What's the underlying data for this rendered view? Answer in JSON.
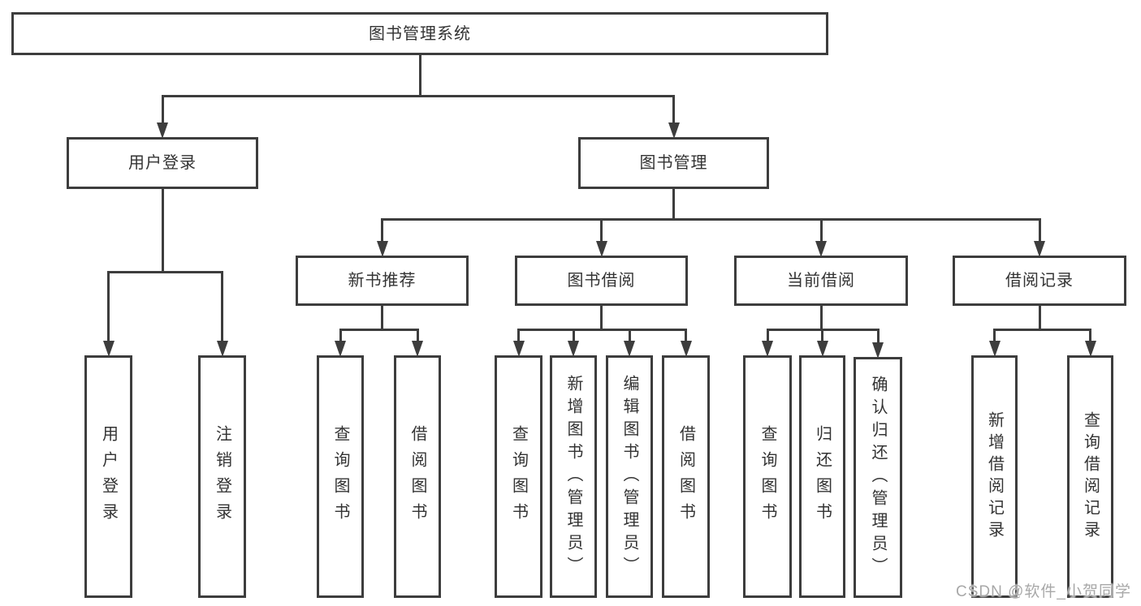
{
  "diagram": {
    "root": {
      "id": "system",
      "label": "图书管理系统",
      "children": [
        {
          "id": "user-login",
          "label": "用户登录",
          "children": [
            {
              "id": "leaf-user-login",
              "label": "用户登录"
            },
            {
              "id": "leaf-logout",
              "label": "注销登录"
            }
          ]
        },
        {
          "id": "book-mgmt",
          "label": "图书管理",
          "children": [
            {
              "id": "new-book-rec",
              "label": "新书推荐",
              "children": [
                {
                  "id": "nbr-query-books",
                  "label": "查询图书"
                },
                {
                  "id": "nbr-borrow-books",
                  "label": "借阅图书"
                }
              ]
            },
            {
              "id": "book-borrow",
              "label": "图书借阅",
              "children": [
                {
                  "id": "bb-query-books",
                  "label": "查询图书"
                },
                {
                  "id": "bb-add-books",
                  "label": "新增图书（管理员）"
                },
                {
                  "id": "bb-edit-books",
                  "label": "编辑图书（管理员）"
                },
                {
                  "id": "bb-borrow-books",
                  "label": "借阅图书"
                }
              ]
            },
            {
              "id": "current-borrow",
              "label": "当前借阅",
              "children": [
                {
                  "id": "cb-query-books",
                  "label": "查询图书"
                },
                {
                  "id": "cb-return-books",
                  "label": "归还图书"
                },
                {
                  "id": "cb-confirm-return",
                  "label": "确认归还（管理员）"
                }
              ]
            },
            {
              "id": "borrow-records",
              "label": "借阅记录",
              "children": [
                {
                  "id": "br-add-record",
                  "label": "新增借阅记录"
                },
                {
                  "id": "br-query-record",
                  "label": "查询借阅记录"
                }
              ]
            }
          ]
        }
      ]
    },
    "watermark": "CSDN @软件_小贺同学",
    "colors": {
      "line": "#3d3d3d",
      "text": "#333333",
      "watermark": "#a8a8a8",
      "background": "#ffffff"
    }
  }
}
